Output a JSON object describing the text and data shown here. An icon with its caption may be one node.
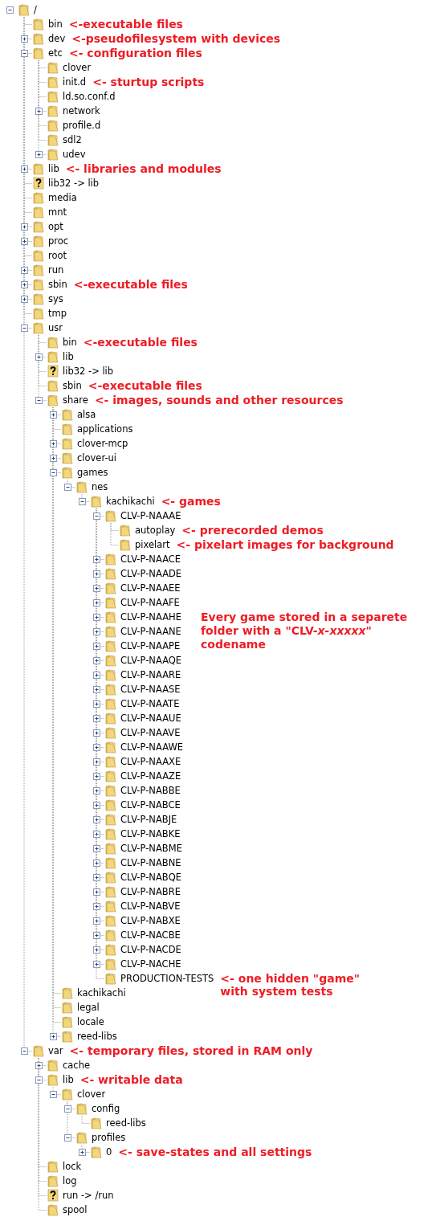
{
  "diagram": {
    "nodes": [
      {
        "text": [
          "/"
        ]
      },
      {
        "text": [
          "bin"
        ]
      },
      {
        "text": [
          "dev"
        ]
      },
      {
        "text": [
          "etc"
        ]
      },
      {
        "text": [
          "clover"
        ]
      },
      {
        "text": [
          "init.d"
        ]
      },
      {
        "text": [
          "ld.so.conf.d"
        ]
      },
      {
        "text": [
          "network"
        ]
      },
      {
        "text": [
          "profile.d"
        ]
      },
      {
        "text": [
          "sdl2"
        ]
      },
      {
        "text": [
          "udev"
        ]
      },
      {
        "text": [
          "lib"
        ]
      },
      {
        "text": [
          "lib32 -> lib"
        ]
      },
      {
        "text": [
          "media"
        ]
      },
      {
        "text": [
          "mnt"
        ]
      },
      {
        "text": [
          "opt"
        ]
      },
      {
        "text": [
          "proc"
        ]
      },
      {
        "text": [
          "root"
        ]
      },
      {
        "text": [
          "run"
        ]
      },
      {
        "text": [
          "sbin"
        ]
      },
      {
        "text": [
          "sys"
        ]
      },
      {
        "text": [
          "tmp"
        ]
      },
      {
        "text": [
          "usr"
        ]
      },
      {
        "text": [
          "bin"
        ]
      },
      {
        "text": [
          "lib"
        ]
      },
      {
        "text": [
          "lib32 -> lib"
        ]
      },
      {
        "text": [
          "sbin"
        ]
      },
      {
        "text": [
          "share"
        ]
      },
      {
        "text": [
          "alsa"
        ]
      },
      {
        "text": [
          "applications"
        ]
      },
      {
        "text": [
          "clover-mcp"
        ]
      },
      {
        "text": [
          "clover-ui"
        ]
      },
      {
        "text": [
          "games"
        ]
      },
      {
        "text": [
          "nes"
        ]
      },
      {
        "text": [
          "kachikachi"
        ]
      },
      {
        "text": [
          "CLV-P-NAAAE"
        ]
      },
      {
        "text": [
          "autoplay"
        ]
      },
      {
        "text": [
          "pixelart"
        ]
      },
      {
        "text": [
          "CLV-P-NAACE"
        ]
      },
      {
        "text": [
          "CLV-P-NAADE"
        ]
      },
      {
        "text": [
          "CLV-P-NAAEE"
        ]
      },
      {
        "text": [
          "CLV-P-NAAFE"
        ]
      },
      {
        "text": [
          "CLV-P-NAAHE"
        ]
      },
      {
        "text": [
          "CLV-P-NAANE"
        ]
      },
      {
        "text": [
          "CLV-P-NAAPE"
        ]
      },
      {
        "text": [
          "CLV-P-NAAQE"
        ]
      },
      {
        "text": [
          "CLV-P-NAARE"
        ]
      },
      {
        "text": [
          "CLV-P-NAASE"
        ]
      },
      {
        "text": [
          "CLV-P-NAATE"
        ]
      },
      {
        "text": [
          "CLV-P-NAAUE"
        ]
      },
      {
        "text": [
          "CLV-P-NAAVE"
        ]
      },
      {
        "text": [
          "CLV-P-NAAWE"
        ]
      },
      {
        "text": [
          "CLV-P-NAAXE"
        ]
      },
      {
        "text": [
          "CLV-P-NAAZE"
        ]
      },
      {
        "text": [
          "CLV-P-NABBE"
        ]
      },
      {
        "text": [
          "CLV-P-NABCE"
        ]
      },
      {
        "text": [
          "CLV-P-NABJE"
        ]
      },
      {
        "text": [
          "CLV-P-NABKE"
        ]
      },
      {
        "text": [
          "CLV-P-NABME"
        ]
      },
      {
        "text": [
          "CLV-P-NABNE"
        ]
      },
      {
        "text": [
          "CLV-P-NABQE"
        ]
      },
      {
        "text": [
          "CLV-P-NABRE"
        ]
      },
      {
        "text": [
          "CLV-P-NABVE"
        ]
      },
      {
        "text": [
          "CLV-P-NABXE"
        ]
      },
      {
        "text": [
          "CLV-P-NACBE"
        ]
      },
      {
        "text": [
          "CLV-P-NACDE"
        ]
      },
      {
        "text": [
          "CLV-P-NACHE"
        ]
      },
      {
        "text": [
          "PRODUCTION-TESTS"
        ]
      },
      {
        "text": [
          "kachikachi"
        ]
      },
      {
        "text": [
          "legal"
        ]
      },
      {
        "text": [
          "locale"
        ]
      },
      {
        "text": [
          "reed-libs"
        ]
      },
      {
        "text": [
          "var"
        ]
      },
      {
        "text": [
          "cache"
        ]
      },
      {
        "text": [
          "lib"
        ]
      },
      {
        "text": [
          "clover"
        ]
      },
      {
        "text": [
          "config"
        ]
      },
      {
        "text": [
          "reed-libs"
        ]
      },
      {
        "text": [
          "profiles"
        ]
      },
      {
        "text": [
          "0"
        ]
      },
      {
        "text": [
          "lock"
        ]
      },
      {
        "text": [
          "log"
        ]
      },
      {
        "text": [
          "run -> /run"
        ]
      },
      {
        "text": [
          "spool"
        ]
      }
    ],
    "edges": [
      {
        "from": 0,
        "to": 1,
        "arrow": "none"
      },
      {
        "from": 0,
        "to": 2,
        "arrow": "none"
      },
      {
        "from": 0,
        "to": 3,
        "arrow": "none"
      },
      {
        "from": 3,
        "to": 4,
        "arrow": "none"
      },
      {
        "from": 3,
        "to": 5,
        "arrow": "none"
      },
      {
        "from": 3,
        "to": 6,
        "arrow": "none"
      },
      {
        "from": 3,
        "to": 7,
        "arrow": "none"
      },
      {
        "from": 3,
        "to": 8,
        "arrow": "none"
      },
      {
        "from": 3,
        "to": 9,
        "arrow": "none"
      },
      {
        "from": 3,
        "to": 10,
        "arrow": "none"
      },
      {
        "from": 0,
        "to": 11,
        "arrow": "none"
      },
      {
        "from": 0,
        "to": 12,
        "arrow": "none"
      },
      {
        "from": 0,
        "to": 13,
        "arrow": "none"
      },
      {
        "from": 0,
        "to": 14,
        "arrow": "none"
      },
      {
        "from": 0,
        "to": 15,
        "arrow": "none"
      },
      {
        "from": 0,
        "to": 16,
        "arrow": "none"
      },
      {
        "from": 0,
        "to": 17,
        "arrow": "none"
      },
      {
        "from": 0,
        "to": 18,
        "arrow": "none"
      },
      {
        "from": 0,
        "to": 19,
        "arrow": "none"
      },
      {
        "from": 0,
        "to": 20,
        "arrow": "none"
      },
      {
        "from": 0,
        "to": 21,
        "arrow": "none"
      },
      {
        "from": 0,
        "to": 22,
        "arrow": "none"
      },
      {
        "from": 22,
        "to": 23,
        "arrow": "none"
      },
      {
        "from": 22,
        "to": 24,
        "arrow": "none"
      },
      {
        "from": 22,
        "to": 25,
        "arrow": "none"
      },
      {
        "from": 22,
        "to": 26,
        "arrow": "none"
      },
      {
        "from": 22,
        "to": 27,
        "arrow": "none"
      },
      {
        "from": 27,
        "to": 28,
        "arrow": "none"
      },
      {
        "from": 27,
        "to": 29,
        "arrow": "none"
      },
      {
        "from": 27,
        "to": 30,
        "arrow": "none"
      },
      {
        "from": 27,
        "to": 31,
        "arrow": "none"
      },
      {
        "from": 27,
        "to": 32,
        "arrow": "none"
      },
      {
        "from": 32,
        "to": 33,
        "arrow": "none"
      },
      {
        "from": 33,
        "to": 34,
        "arrow": "none"
      },
      {
        "from": 34,
        "to": 35,
        "arrow": "none"
      },
      {
        "from": 35,
        "to": 36,
        "arrow": "none"
      },
      {
        "from": 35,
        "to": 37,
        "arrow": "none"
      },
      {
        "from": 34,
        "to": 38,
        "arrow": "none"
      },
      {
        "from": 34,
        "to": 39,
        "arrow": "none"
      },
      {
        "from": 34,
        "to": 40,
        "arrow": "none"
      },
      {
        "from": 34,
        "to": 41,
        "arrow": "none"
      },
      {
        "from": 34,
        "to": 42,
        "arrow": "none"
      },
      {
        "from": 34,
        "to": 43,
        "arrow": "none"
      },
      {
        "from": 34,
        "to": 44,
        "arrow": "none"
      },
      {
        "from": 34,
        "to": 45,
        "arrow": "none"
      },
      {
        "from": 34,
        "to": 46,
        "arrow": "none"
      },
      {
        "from": 34,
        "to": 47,
        "arrow": "none"
      },
      {
        "from": 34,
        "to": 48,
        "arrow": "none"
      },
      {
        "from": 34,
        "to": 49,
        "arrow": "none"
      },
      {
        "from": 34,
        "to": 50,
        "arrow": "none"
      },
      {
        "from": 34,
        "to": 51,
        "arrow": "none"
      },
      {
        "from": 34,
        "to": 52,
        "arrow": "none"
      },
      {
        "from": 34,
        "to": 53,
        "arrow": "none"
      },
      {
        "from": 34,
        "to": 54,
        "arrow": "none"
      },
      {
        "from": 34,
        "to": 55,
        "arrow": "none"
      },
      {
        "from": 34,
        "to": 56,
        "arrow": "none"
      },
      {
        "from": 34,
        "to": 57,
        "arrow": "none"
      },
      {
        "from": 34,
        "to": 58,
        "arrow": "none"
      },
      {
        "from": 34,
        "to": 59,
        "arrow": "none"
      },
      {
        "from": 34,
        "to": 60,
        "arrow": "none"
      },
      {
        "from": 34,
        "to": 61,
        "arrow": "none"
      },
      {
        "from": 34,
        "to": 62,
        "arrow": "none"
      },
      {
        "from": 34,
        "to": 63,
        "arrow": "none"
      },
      {
        "from": 34,
        "to": 64,
        "arrow": "none"
      },
      {
        "from": 34,
        "to": 65,
        "arrow": "none"
      },
      {
        "from": 34,
        "to": 66,
        "arrow": "none"
      },
      {
        "from": 34,
        "to": 67,
        "arrow": "none"
      },
      {
        "from": 27,
        "to": 68,
        "arrow": "none"
      },
      {
        "from": 27,
        "to": 69,
        "arrow": "none"
      },
      {
        "from": 27,
        "to": 70,
        "arrow": "none"
      },
      {
        "from": 27,
        "to": 71,
        "arrow": "none"
      },
      {
        "from": 0,
        "to": 72,
        "arrow": "none"
      },
      {
        "from": 72,
        "to": 73,
        "arrow": "none"
      },
      {
        "from": 72,
        "to": 74,
        "arrow": "none"
      },
      {
        "from": 74,
        "to": 75,
        "arrow": "none"
      },
      {
        "from": 75,
        "to": 76,
        "arrow": "none"
      },
      {
        "from": 76,
        "to": 77,
        "arrow": "none"
      },
      {
        "from": 75,
        "to": 78,
        "arrow": "none"
      },
      {
        "from": 78,
        "to": 79,
        "arrow": "none"
      },
      {
        "from": 72,
        "to": 80,
        "arrow": "none"
      },
      {
        "from": 72,
        "to": 81,
        "arrow": "none"
      },
      {
        "from": 72,
        "to": 82,
        "arrow": "none"
      },
      {
        "from": 72,
        "to": 83,
        "arrow": "none"
      }
    ],
    "labels": [
      "<-executable files",
      "<-pseudofilesystem with devices",
      "<- configuration files",
      "<- sturtup scripts",
      "<- libraries and modules",
      "<-executable files",
      "<-executable files",
      "<-executable files",
      "<- images, sounds and other resources",
      "<- games",
      "<- prerecorded demos",
      "<- pixelart images for background",
      "Every game stored in a separete folder with a \"CLV-*x-xxxxx*\" codename",
      "<- one hidden \"game\" with system tests",
      "<- temporary files, stored in RAM only",
      "<- writable data",
      "<- save-states and all settings"
    ]
  }
}
